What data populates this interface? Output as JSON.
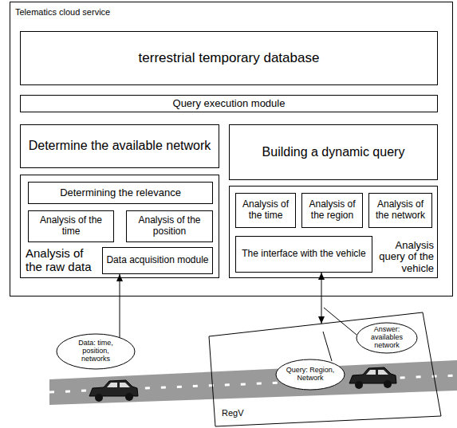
{
  "diagram": {
    "nodes": [
      {
        "text": [
          "Telematics cloud service"
        ]
      },
      {
        "text": [
          "terrestrial temporary database"
        ],
        "in": 0
      },
      {
        "text": [
          "Query execution module"
        ],
        "in": 0
      },
      {
        "text": [
          "Determine the available network"
        ],
        "in": 0
      },
      {
        "text": [
          "Analysis of the raw data"
        ],
        "in": 0
      },
      {
        "text": [
          "Determining the relevance"
        ],
        "in": 4
      },
      {
        "text": [
          "Analysis of the time"
        ],
        "in": 4
      },
      {
        "text": [
          "Analysis of the position"
        ],
        "in": 4
      },
      {
        "text": [
          "Data acquisition module"
        ],
        "in": 4
      },
      {
        "text": [
          "Building a dynamic query"
        ],
        "in": 0
      },
      {
        "text": [
          "Analysis query of the vehicle"
        ],
        "in": 0
      },
      {
        "text": [
          "Analysis of the time"
        ],
        "in": 10
      },
      {
        "text": [
          "Analysis of the region"
        ],
        "in": 10
      },
      {
        "text": [
          "Analysis of the network"
        ],
        "in": 10
      },
      {
        "text": [
          "The interface with the vehicle"
        ],
        "in": 10
      },
      {
        "text": [
          "Data: time, position, networks"
        ]
      },
      {
        "text": [
          "Answer: availables network"
        ]
      },
      {
        "text": [
          "Query: Region, Network"
        ]
      },
      {
        "text": [
          "RegV"
        ]
      }
    ],
    "edges": [
      {
        "from": 15,
        "to": 8,
        "arrow": "to"
      },
      {
        "from": 14,
        "to": 18,
        "arrow": "both"
      }
    ]
  }
}
